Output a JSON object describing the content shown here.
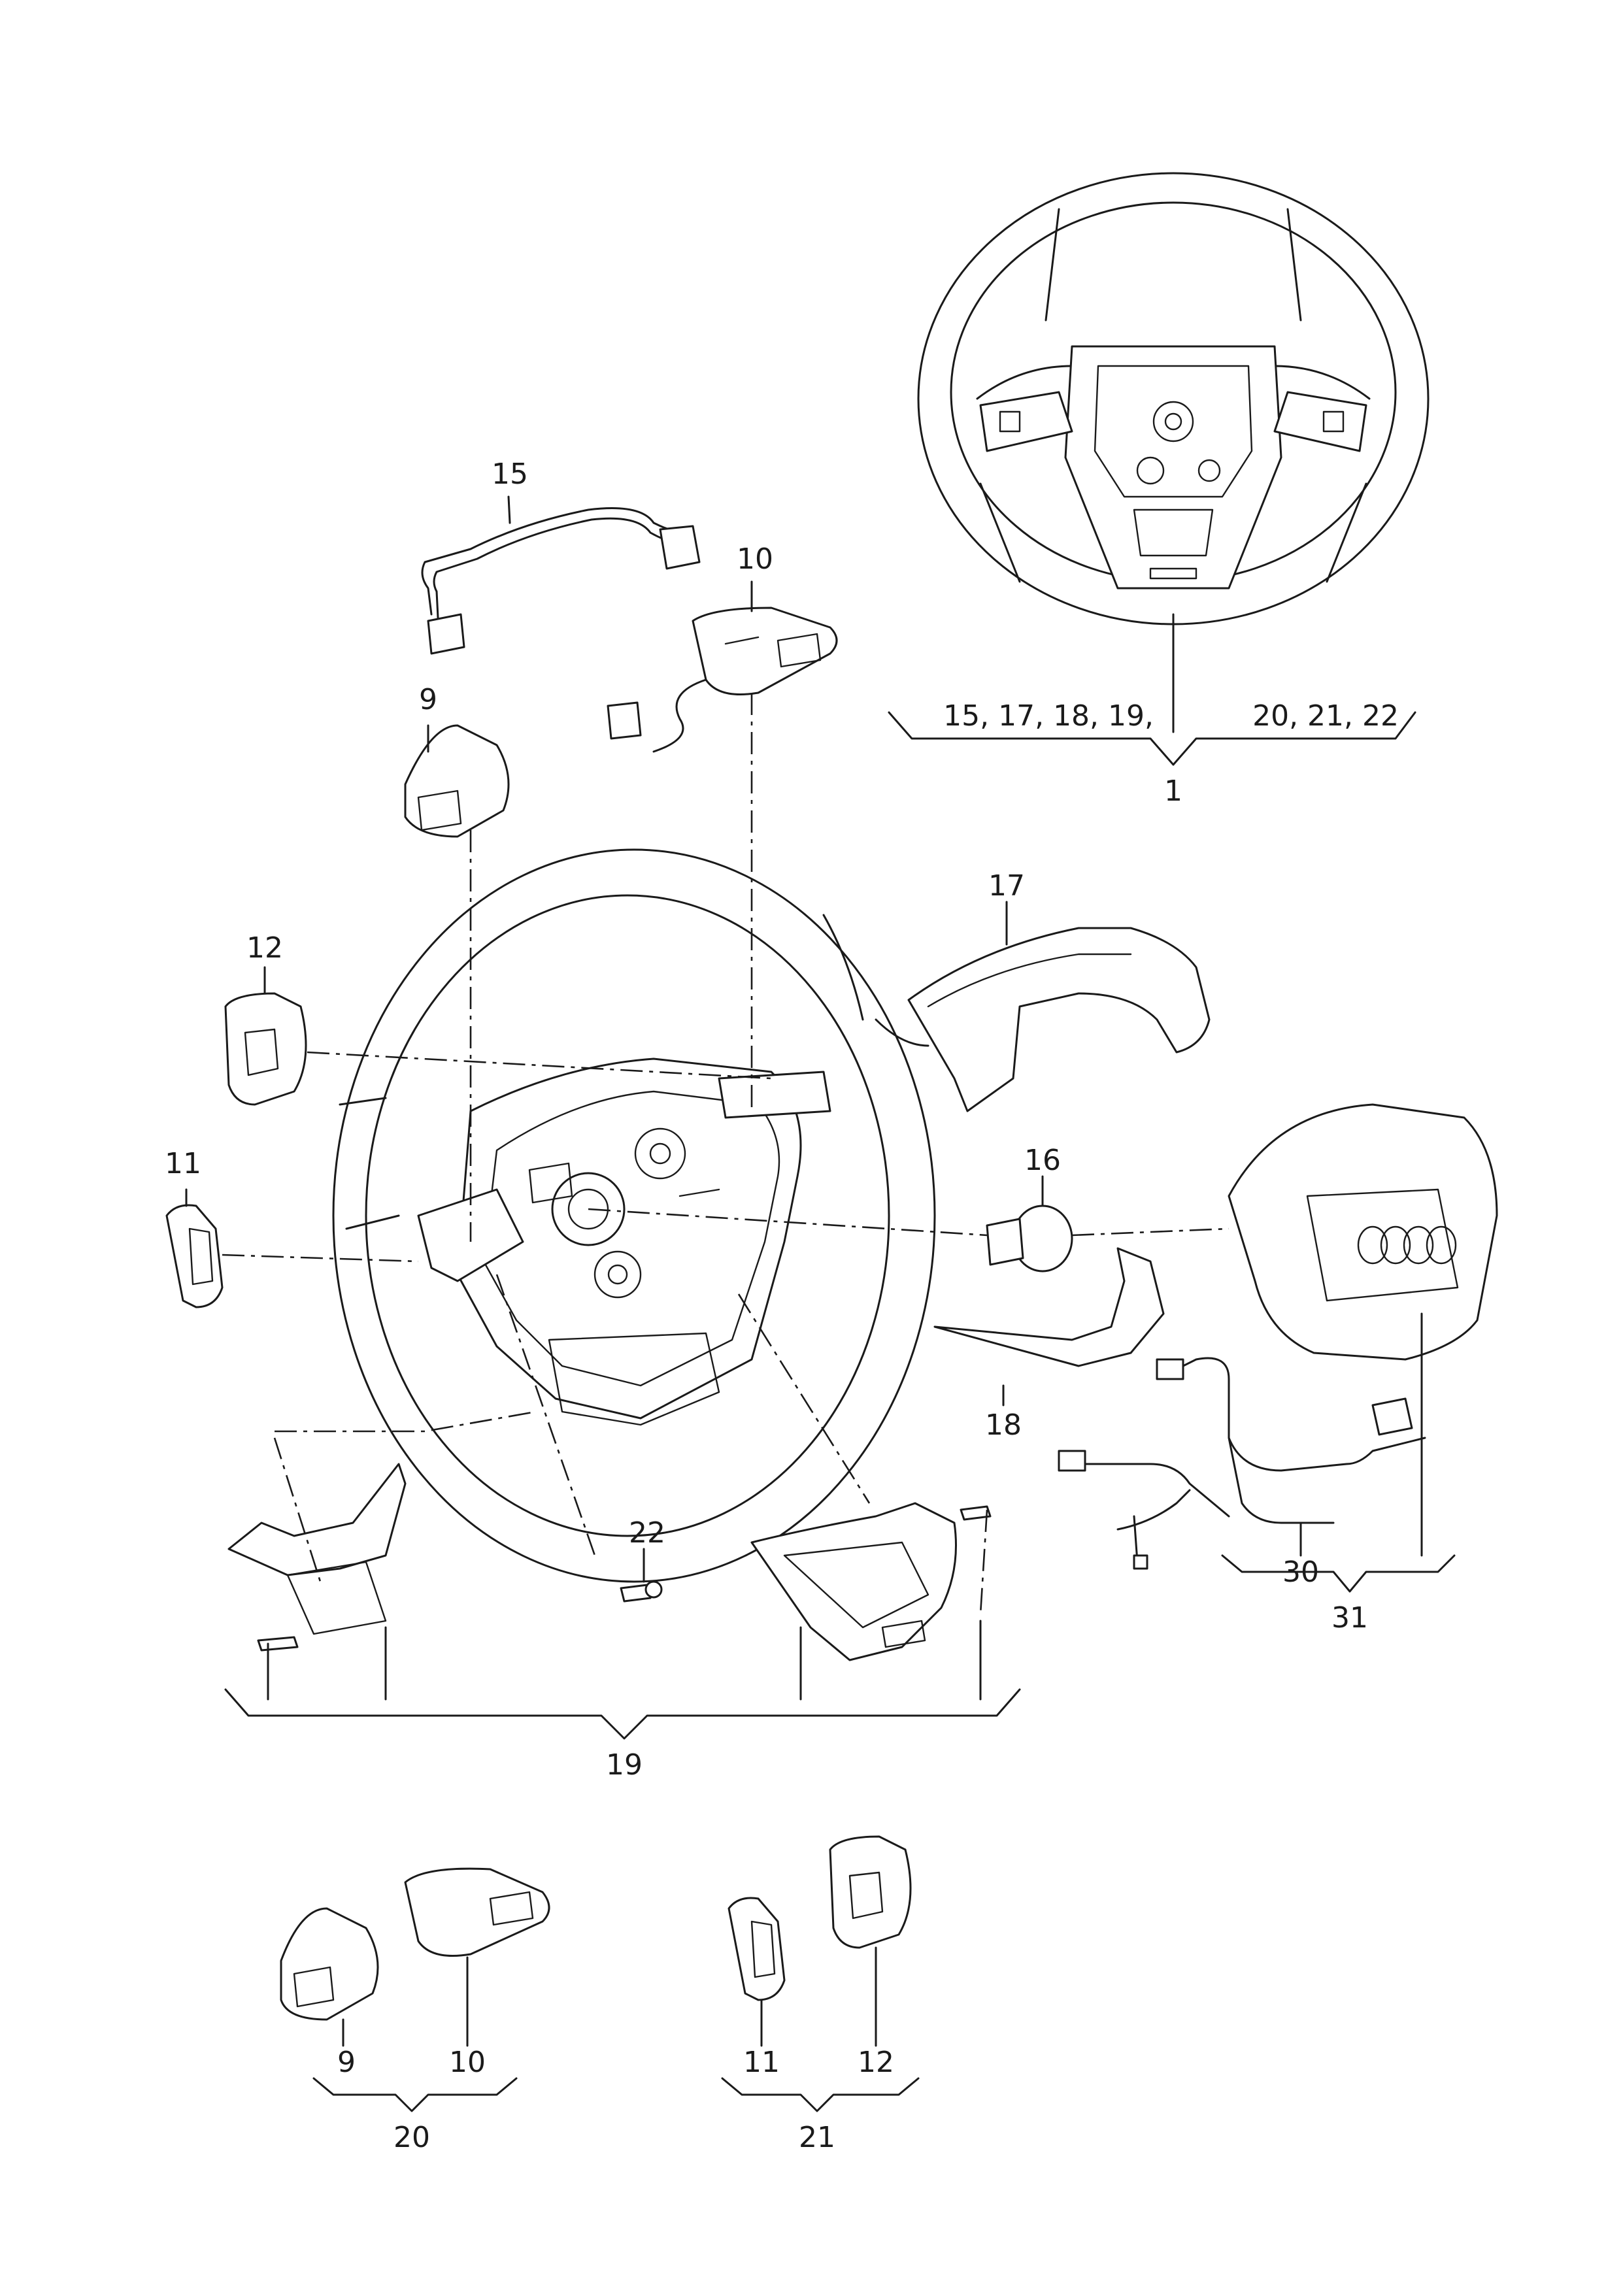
{
  "callouts": {
    "n15": "15",
    "n10": "10",
    "n9": "9",
    "n12": "12",
    "n11": "11",
    "n17": "17",
    "n16": "16",
    "n18": "18",
    "n22": "22",
    "n30": "30",
    "n31": "31",
    "n19": "19",
    "n1": "1",
    "n20": "20",
    "n21": "21",
    "group1_left": "15, 17, 18, 19,",
    "group1_right": "20, 21, 22",
    "n9b": "9",
    "n10b": "10",
    "n11b": "11",
    "n12b": "12"
  }
}
